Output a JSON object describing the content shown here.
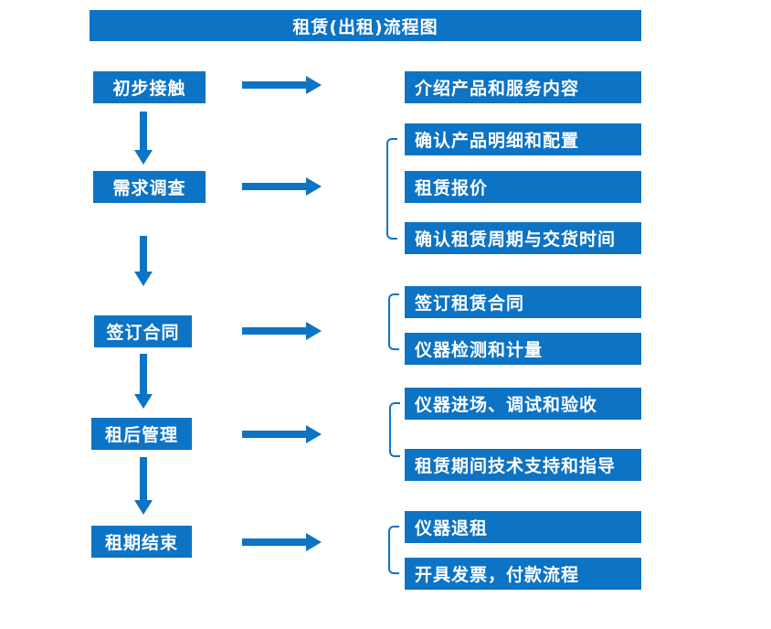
{
  "title": "租赁(出租)流程图",
  "accent_color": "#0d73c4",
  "steps": [
    {
      "label": "初步接触",
      "outputs": [
        "介绍产品和服务内容"
      ]
    },
    {
      "label": "需求调查",
      "outputs": [
        "确认产品明细和配置",
        "租赁报价",
        "确认租赁周期与交货时间"
      ]
    },
    {
      "label": "签订合同",
      "outputs": [
        "签订租赁合同",
        "仪器检测和计量"
      ]
    },
    {
      "label": "租后管理",
      "outputs": [
        "仪器进场、调试和验收",
        "租赁期间技术支持和指导"
      ]
    },
    {
      "label": "租期结束",
      "outputs": [
        "仪器退租",
        "开具发票，付款流程"
      ]
    }
  ]
}
